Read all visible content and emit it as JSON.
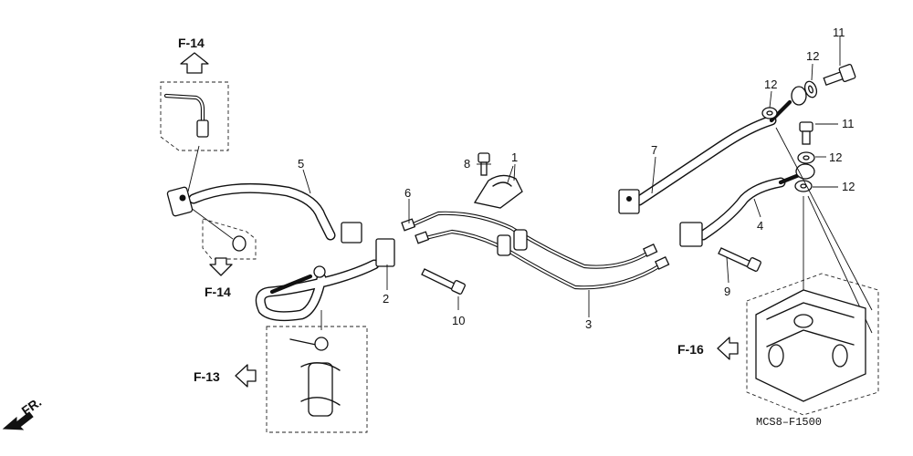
{
  "diagram": {
    "callouts": {
      "c1": "1",
      "c2": "2",
      "c3": "3",
      "c4": "4",
      "c5": "5",
      "c6": "6",
      "c7": "7",
      "c8": "8",
      "c9": "9",
      "c10": "10",
      "c11a": "11",
      "c11b": "11",
      "c12a": "12",
      "c12b": "12",
      "c12c": "12",
      "c12d": "12"
    },
    "references": {
      "f14_top": "F-14",
      "f14_left": "F-14",
      "f13": "F-13",
      "f16": "F-16"
    },
    "direction_label": "FR.",
    "drawing_code": "MCS8–F1500"
  }
}
